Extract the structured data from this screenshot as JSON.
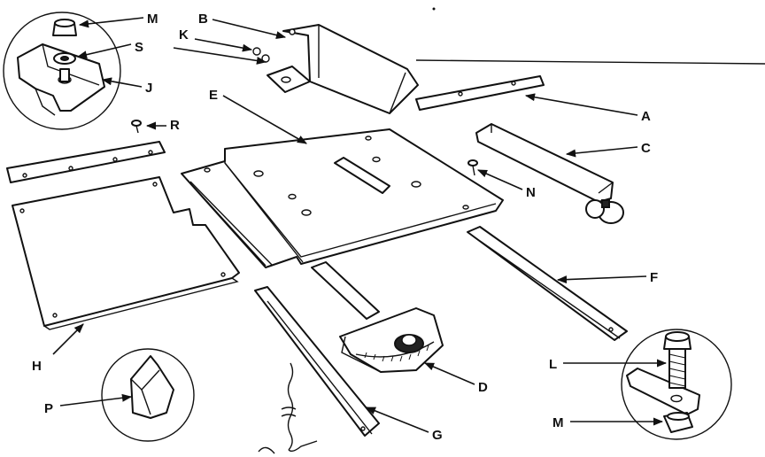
{
  "labels": {
    "a": "A",
    "b": "B",
    "c": "C",
    "d": "D",
    "e": "E",
    "f": "F",
    "g": "G",
    "h": "H",
    "j": "J",
    "k": "K",
    "l": "L",
    "m_top": "M",
    "m_bottom": "M",
    "n": "N",
    "p": "P",
    "r": "R",
    "s": "S"
  }
}
